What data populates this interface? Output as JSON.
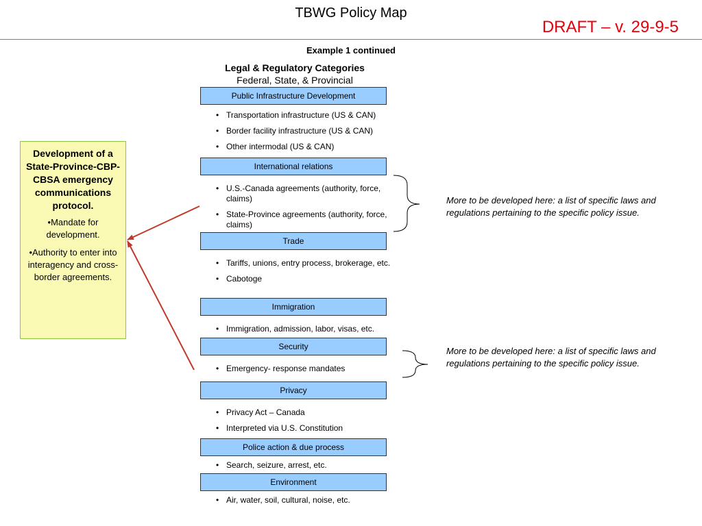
{
  "header": {
    "title": "TBWG Policy Map",
    "draft": "DRAFT – v. 29-9-5",
    "subtitle": "Example 1 continued"
  },
  "legal": {
    "heading": "Legal & Regulatory Categories",
    "subheading": "Federal, State, & Provincial"
  },
  "categories": [
    {
      "label": "Public Infrastructure Development",
      "bullets": [
        "Transportation infrastructure (US & CAN)",
        "Border facility infrastructure (US & CAN)",
        "Other intermodal (US & CAN)"
      ]
    },
    {
      "label": "International relations",
      "bullets": [
        "U.S.-Canada agreements (authority, force, claims)",
        "State-Province agreements (authority, force, claims)"
      ]
    },
    {
      "label": "Trade",
      "bullets": [
        "Tariffs, unions, entry process, brokerage, etc.",
        "Cabotoge"
      ]
    },
    {
      "label": "Immigration",
      "bullets": [
        "Immigration, admission, labor, visas, etc."
      ]
    },
    {
      "label": "Security",
      "bullets": [
        "Emergency- response mandates"
      ]
    },
    {
      "label": "Privacy",
      "bullets": [
        "Privacy Act – Canada",
        "Interpreted via U.S. Constitution"
      ]
    },
    {
      "label": "Police action & due process",
      "bullets": [
        "Search, seizure, arrest, etc."
      ]
    },
    {
      "label": "Environment",
      "bullets": [
        "Air, water, soil, cultural, noise, etc."
      ]
    }
  ],
  "left_box": {
    "title": "Development of a State-Province-CBP-CBSA emergency communications protocol.",
    "items": [
      "•Mandate for development.",
      "•Authority to enter into interagency and cross-border agreements."
    ]
  },
  "notes": [
    "More to be developed here: a list of specific laws and regulations pertaining to the specific policy issue.",
    "More to be developed here: a list of specific laws and regulations pertaining to the specific policy issue."
  ],
  "colors": {
    "draft": "#e3000f",
    "category_fill": "#99ccff",
    "left_box_fill": "#fafab4",
    "left_box_border": "#8cc63f",
    "arrow": "#c0392b"
  }
}
